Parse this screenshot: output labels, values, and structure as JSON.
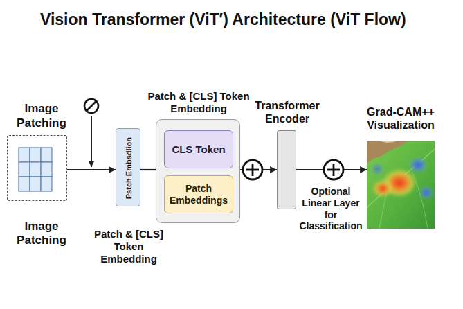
{
  "diagram": {
    "title": "Vision Transformer (ViT′) Architecture (ViT Flow)",
    "nodes": [
      {
        "text": [
          "Image Patching",
          "Image Patching"
        ]
      },
      {
        "text": [
          "Pstch Embsdlion",
          "Patch & [CLS] Token Embedding"
        ]
      },
      {
        "text": [
          "Patch & [CLS] Token Embedding"
        ]
      },
      {
        "text": [
          "CLS Token"
        ],
        "in": 2
      },
      {
        "text": [
          "Patch Embeddings"
        ],
        "in": 2
      },
      {
        "text": [
          "Transformer Encoder"
        ]
      },
      {
        "text": [
          "Grad-CAM++ Visualization"
        ]
      }
    ],
    "edges": [
      {
        "from": 0,
        "to": 1,
        "arrow": "to"
      },
      {
        "from": 1,
        "to": 2,
        "arrow": "none"
      },
      {
        "from": 2,
        "to": 5,
        "arrow": "to"
      },
      {
        "from": 5,
        "to": 6,
        "arrow": "to"
      }
    ],
    "labels": [
      "Optional Linear Layer for Classification"
    ]
  }
}
